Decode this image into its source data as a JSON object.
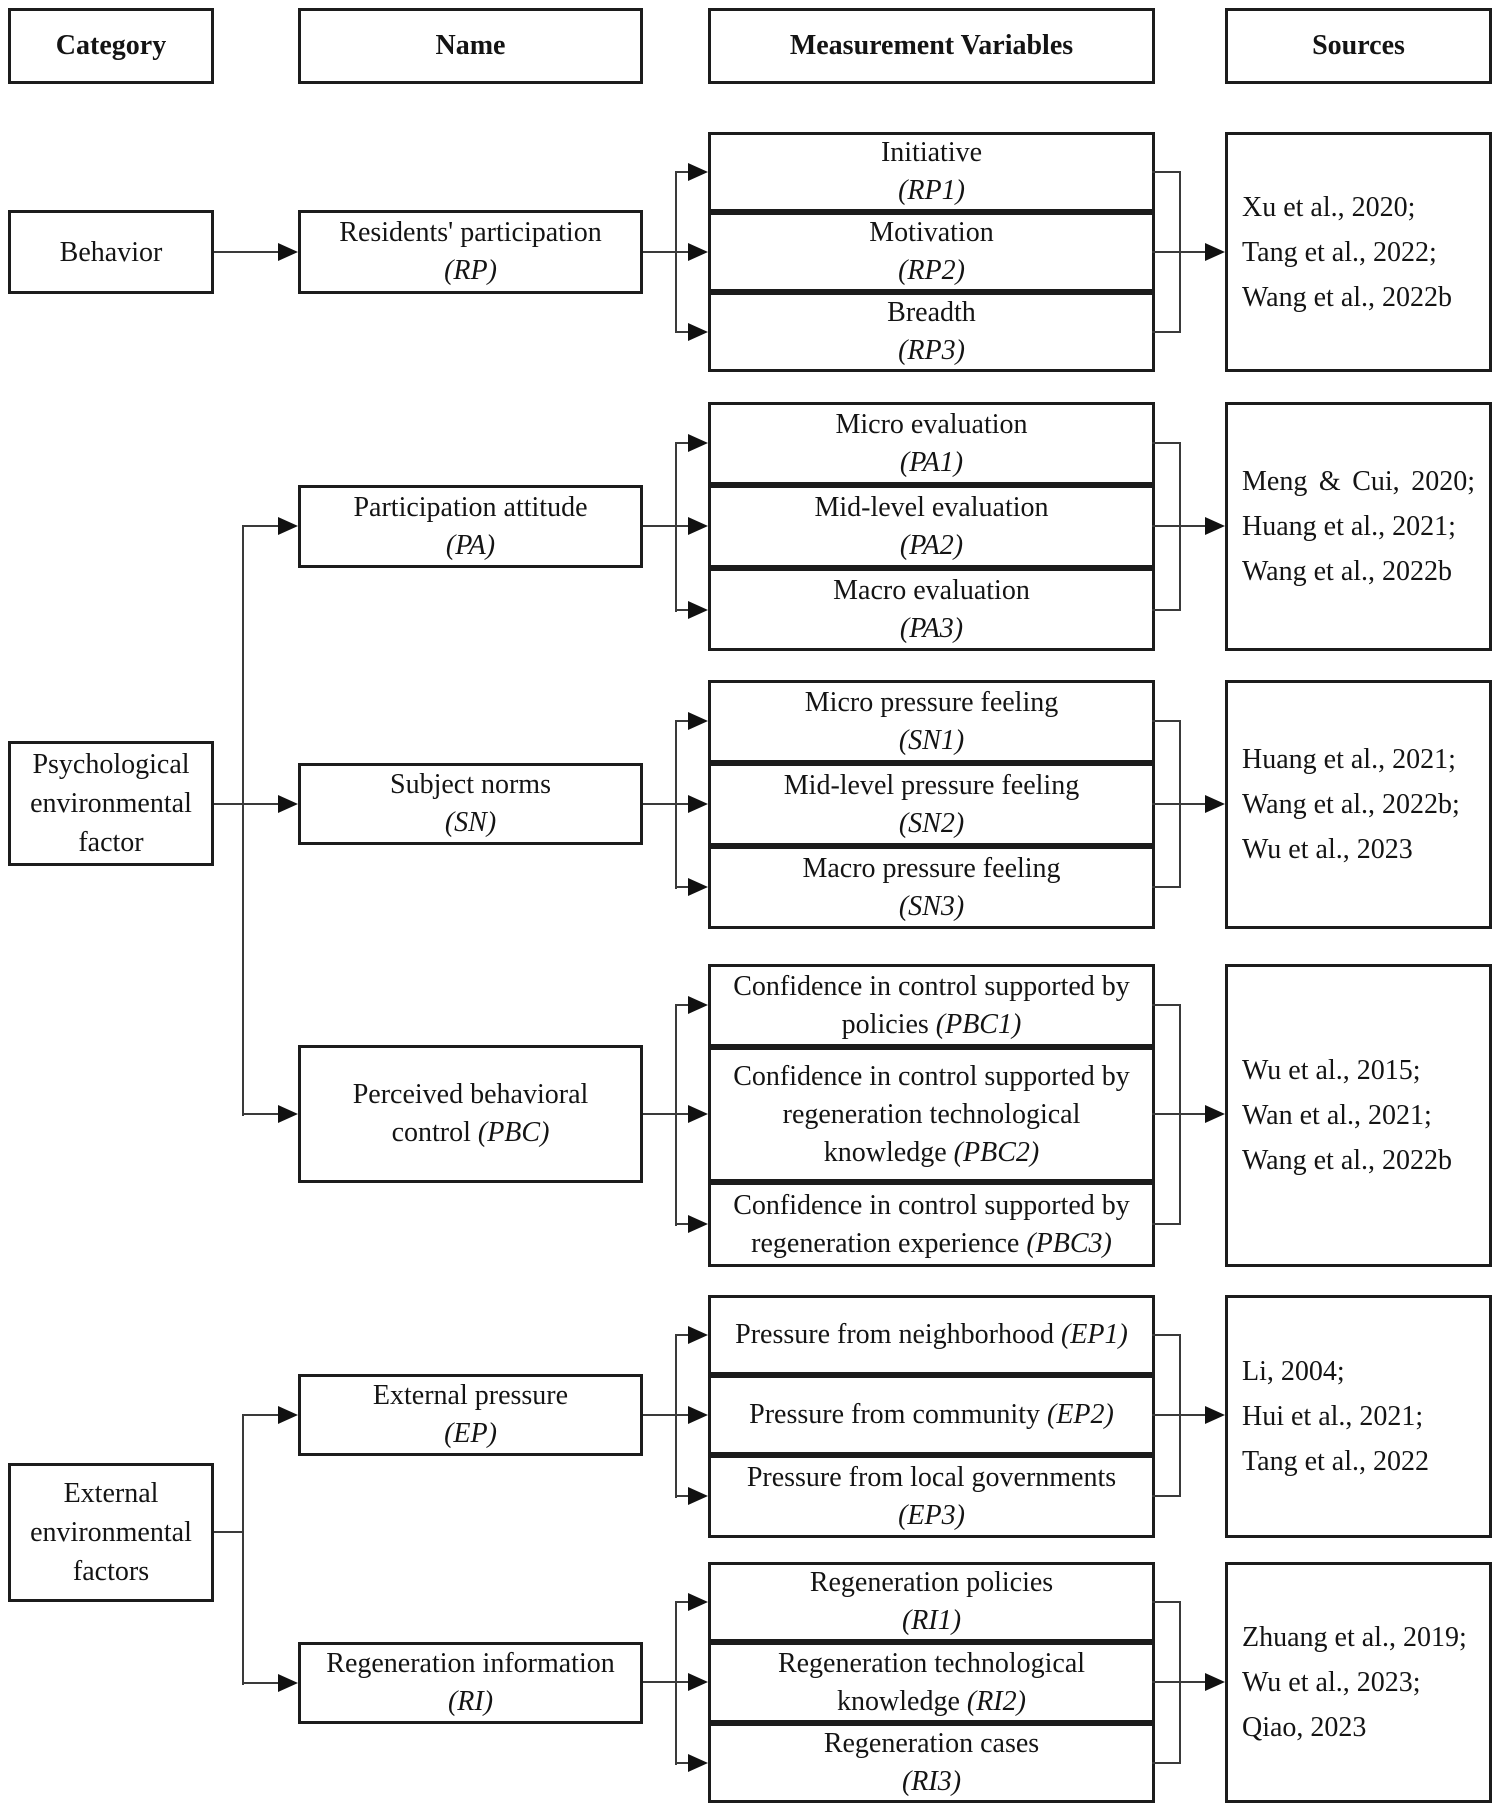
{
  "colors": {
    "ink": "#1c1c1c",
    "background": "#ffffff"
  },
  "headers": {
    "category": "Category",
    "name": "Name",
    "measurement": "Measurement Variables",
    "sources": "Sources"
  },
  "categories": [
    {
      "lines": [
        "Behavior"
      ]
    },
    {
      "lines": [
        "Psychological",
        "environmental",
        "factor"
      ]
    },
    {
      "lines": [
        "External",
        "environmental",
        "factors"
      ]
    }
  ],
  "sections": [
    {
      "name": {
        "line1": "Residents' participation",
        "pre": "",
        "code": "RP"
      },
      "vars": [
        {
          "l1": "Initiative",
          "pre": "",
          "code": "RP1"
        },
        {
          "l1": "Motivation",
          "pre": "",
          "code": "RP2"
        },
        {
          "l1": "Breadth",
          "pre": "",
          "code": "RP3"
        }
      ],
      "sources": [
        "Xu et al., 2020;",
        "Tang et al., 2022;",
        "Wang et al., 2022b"
      ]
    },
    {
      "name": {
        "line1": "Participation attitude",
        "pre": "",
        "code": "PA"
      },
      "vars": [
        {
          "l1": "Micro evaluation",
          "pre": "",
          "code": "PA1"
        },
        {
          "l1": "Mid-level evaluation",
          "pre": "",
          "code": "PA2"
        },
        {
          "l1": "Macro evaluation",
          "pre": "",
          "code": "PA3"
        }
      ],
      "sources": [
        "Meng & Cui, 2020;",
        "Huang et al., 2021;",
        "Wang et al., 2022b"
      ]
    },
    {
      "name": {
        "line1": "Subject norms",
        "pre": "",
        "code": "SN"
      },
      "vars": [
        {
          "l1": "Micro pressure feeling",
          "pre": "",
          "code": "SN1"
        },
        {
          "l1": "Mid-level pressure feeling",
          "pre": "",
          "code": "SN2"
        },
        {
          "l1": "Macro pressure feeling",
          "pre": "",
          "code": "SN3"
        }
      ],
      "sources": [
        "Huang et al., 2021;",
        "Wang et al., 2022b;",
        "Wu et al., 2023"
      ]
    },
    {
      "name": {
        "line1": "Perceived behavioral",
        "pre": "control ",
        "code": "PBC"
      },
      "vars": [
        {
          "l1": "Confidence in control supported by",
          "pre": "policies ",
          "code": "PBC1"
        },
        {
          "l1": "Confidence in control supported by",
          "l2": "regeneration technological",
          "pre": "knowledge ",
          "code": "PBC2"
        },
        {
          "l1": "Confidence in control supported by",
          "pre": "regeneration experience ",
          "code": "PBC3"
        }
      ],
      "sources": [
        "Wu et al., 2015;",
        "Wan et al., 2021;",
        "Wang et al., 2022b"
      ]
    },
    {
      "name": {
        "line1": "External pressure",
        "pre": "",
        "code": "EP"
      },
      "vars": [
        {
          "pre": "Pressure from neighborhood ",
          "code": "EP1"
        },
        {
          "pre": "Pressure from community ",
          "code": "EP2"
        },
        {
          "l1": "Pressure from local governments",
          "pre": "",
          "code": "EP3"
        }
      ],
      "sources": [
        "Li, 2004;",
        "Hui et al., 2021;",
        "Tang et al., 2022"
      ]
    },
    {
      "name": {
        "line1": "Regeneration information",
        "pre": "",
        "code": "RI"
      },
      "vars": [
        {
          "l1": "Regeneration policies",
          "pre": "",
          "code": "RI1"
        },
        {
          "l1": "Regeneration technological",
          "pre": "knowledge ",
          "code": "RI2"
        },
        {
          "l1": "Regeneration cases",
          "pre": "",
          "code": "RI3"
        }
      ],
      "sources": [
        "Zhuang et al., 2019;",
        "Wu et al., 2023;",
        "Qiao, 2023"
      ]
    }
  ]
}
